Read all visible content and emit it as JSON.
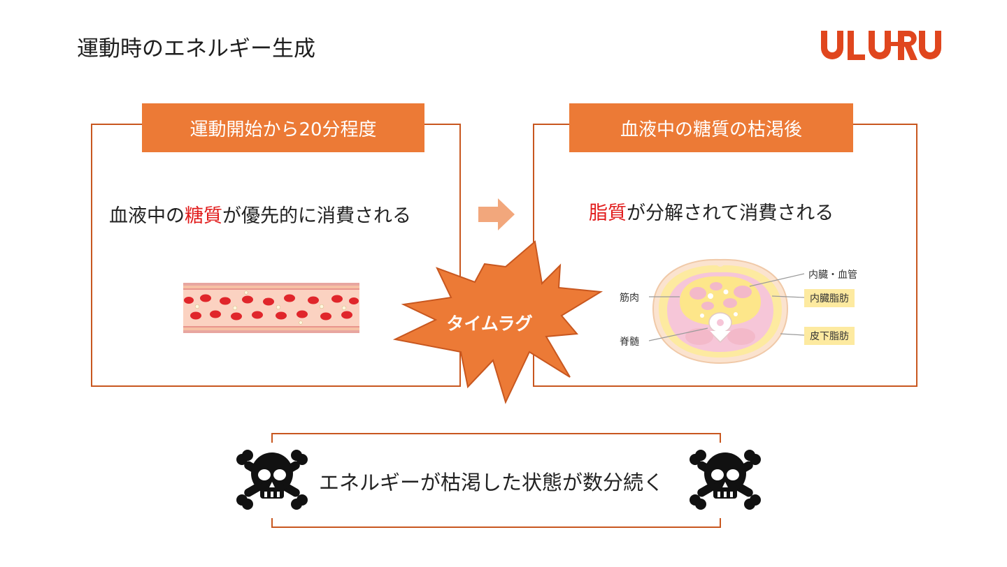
{
  "slide": {
    "title": "運動時のエネルギー生成",
    "logo_text": "ULU-RU"
  },
  "left_panel": {
    "tab_label": "運動開始から20分程度",
    "desc_before": "血液中の",
    "desc_highlight": "糖質",
    "desc_after": "が優先的に消費される"
  },
  "right_panel": {
    "tab_label": "血液中の糖質の枯渇後",
    "desc_highlight": "脂質",
    "desc_after": "が分解されて消費される",
    "diagram_labels": {
      "muscle": "筋肉",
      "spinal_cord": "脊髄",
      "organs_vessels": "内臓・血管",
      "visceral_fat": "内臓脂肪",
      "subcutaneous_fat": "皮下脂肪"
    }
  },
  "burst_label": "タイムラグ",
  "bottom": {
    "text": "エネルギーが枯渇した状態が数分続く"
  },
  "colors": {
    "accent": "#ec7a36",
    "border": "#c8571f",
    "highlight": "#e11b1b",
    "logo": "#e0461e"
  },
  "icons": [
    "right-arrow-icon",
    "skull-crossbones-icon",
    "blood-vessel-illustration",
    "body-cross-section-illustration"
  ]
}
